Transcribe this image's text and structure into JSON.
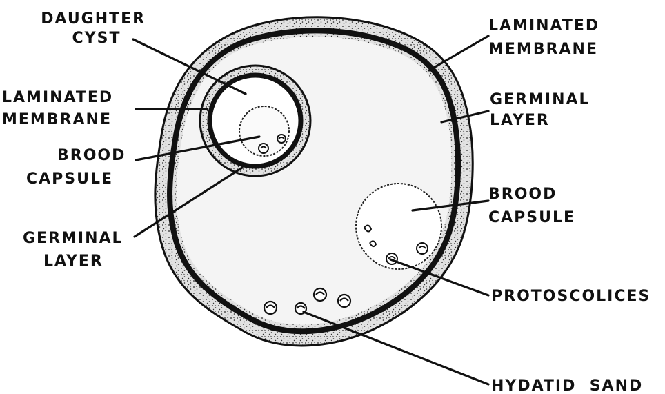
{
  "labels": {
    "daughter_cyst": [
      "DAUGHTER",
      "CYST"
    ],
    "laminated_membrane_left": [
      "LAMINATED",
      "MEMBRANE"
    ],
    "brood_capsule_left": [
      "BROOD",
      "CAPSULE"
    ],
    "germinal_layer_left": [
      "GERMINAL",
      "LAYER"
    ],
    "laminated_membrane_right": [
      "LAMINATED",
      "MEMBRANE"
    ],
    "germinal_layer_right": [
      "GERMINAL",
      "LAYER"
    ],
    "brood_capsule_right": [
      "BROOD",
      "CAPSULE"
    ],
    "protoscolices": "PROTOSCOLICES",
    "hydatid_sand": "HYDATID  SAND"
  },
  "colors": {
    "ink": "#111111",
    "cyst_fluid": "#f4f4f4",
    "membrane_fill": "#dcdcdc",
    "paper": "#ffffff"
  }
}
